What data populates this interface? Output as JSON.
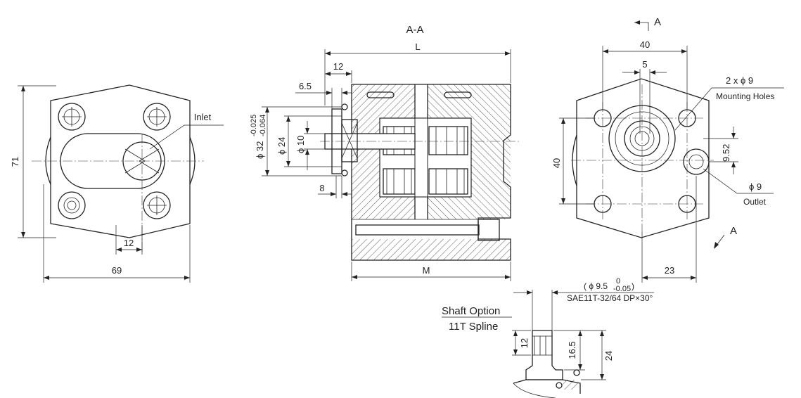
{
  "section_title": "A-A",
  "section_marker_top": "A",
  "section_marker_bottom": "A",
  "left_view": {
    "height": "71",
    "width": "69",
    "offset": "12",
    "inlet_label": "Inlet"
  },
  "section_view": {
    "length_label": "L",
    "mount_label": "M",
    "dim_12": "12",
    "dim_6_5": "6.5",
    "dim_8": "8",
    "dia_32": "ϕ 32",
    "dia_32_tol_upper": "-0.025",
    "dia_32_tol_lower": "-0.064",
    "dia_24": "ϕ 24",
    "dia_10": "ϕ 10"
  },
  "right_view": {
    "width_40": "40",
    "height_40": "40",
    "dim_5": "5",
    "dim_9_52": "9.52",
    "dim_23": "23",
    "holes_label": "2 x ϕ 9",
    "holes_caption": "Mounting Holes",
    "outlet_dia": "ϕ 9",
    "outlet_label": "Outlet"
  },
  "shaft_option": {
    "title": "Shaft Option",
    "subtitle": "11T Spline",
    "spline_dia_prefix": "( ϕ 9.5",
    "spline_dia_tol_upper": "0",
    "spline_dia_tol_lower": "-0.05",
    "spline_dia_suffix": ")",
    "spline_spec": "SAE11T-32/64 DP×30°",
    "dim_12": "12",
    "dim_16_5": "16.5",
    "dim_24": "24"
  }
}
